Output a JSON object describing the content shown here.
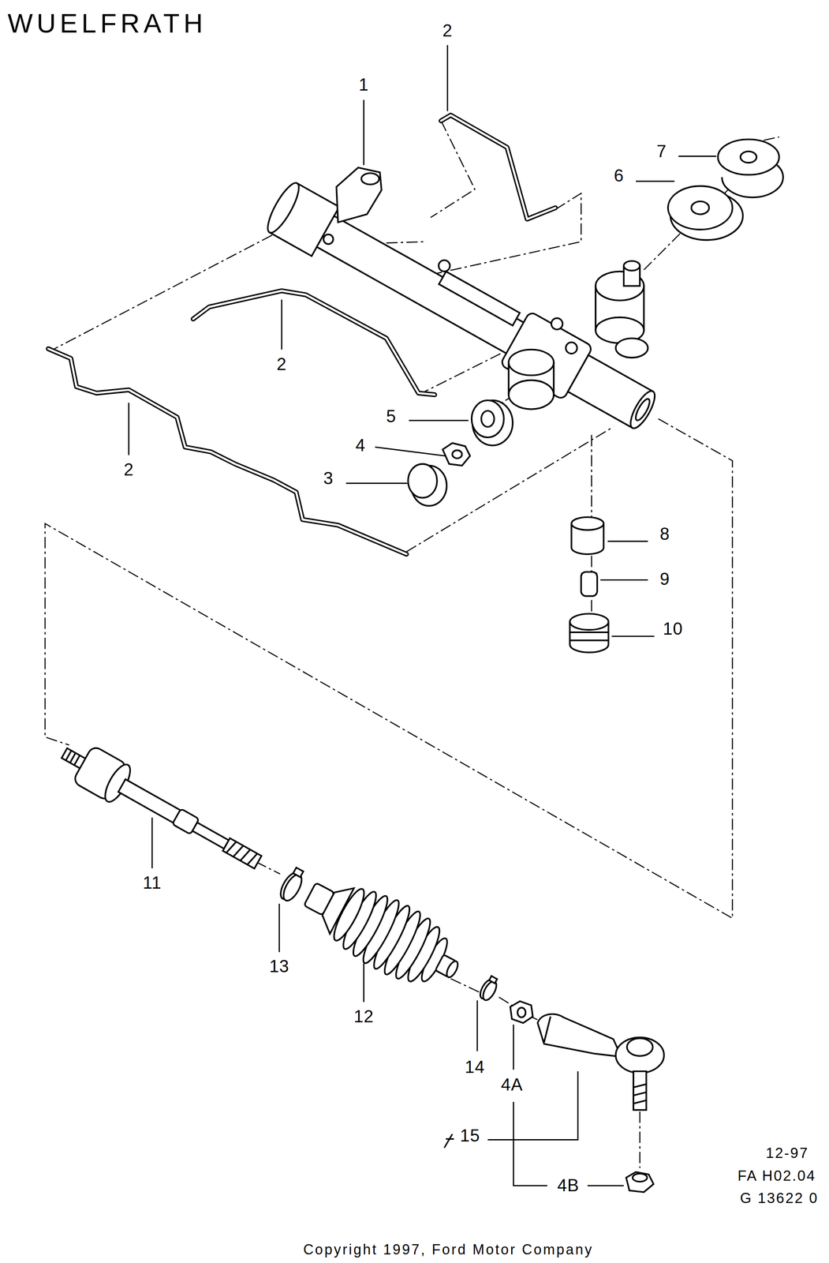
{
  "diagram": {
    "title": "WUELFRATH",
    "caption": "Copyright 1997, Ford Motor Company",
    "labels": [
      "1",
      "2",
      "7",
      "6",
      "2",
      "5",
      "2",
      "4",
      "3",
      "8",
      "9",
      "10",
      "11",
      "13",
      "12",
      "14",
      "4A",
      "15",
      "4B",
      "12-97",
      "FA H02.04",
      "G 13622 0"
    ]
  }
}
